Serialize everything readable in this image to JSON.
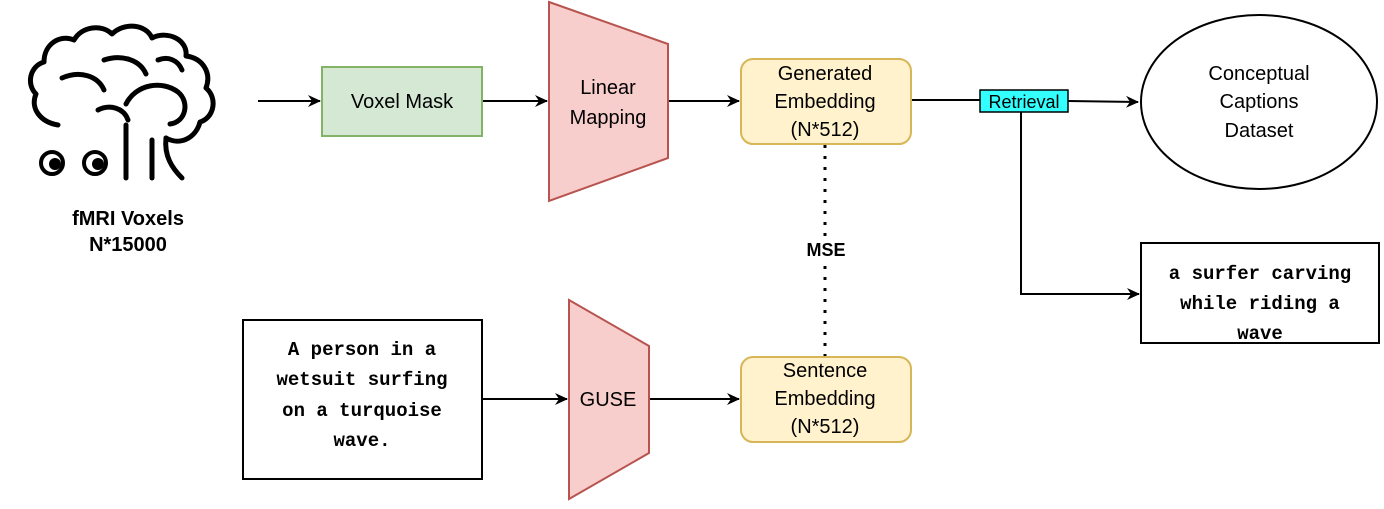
{
  "fmri": {
    "title": "fMRI Voxels",
    "subtitle": "N*15000",
    "icon": "brain-with-eyes-icon"
  },
  "nodes": {
    "voxel_mask": "Voxel Mask",
    "linear_mapping": [
      "Linear",
      "Mapping"
    ],
    "generated_embedding": [
      "Generated",
      "Embedding",
      "(N*512)"
    ],
    "retrieval": "Retrieval",
    "dataset": [
      "Conceptual",
      "Captions",
      "Dataset"
    ],
    "mse": "MSE",
    "input_caption": [
      "A person in a",
      "wetsuit surfing",
      "on a turquoise",
      "wave."
    ],
    "guse": "GUSE",
    "sentence_embedding": [
      "Sentence",
      "Embedding",
      "(N*512)"
    ],
    "output_caption": [
      "a surfer carving",
      "while riding a",
      "wave"
    ]
  },
  "colors": {
    "voxel_mask_fill": "#d5e8d4",
    "voxel_mask_stroke": "#82b366",
    "trapezoid_fill": "#f8cecc",
    "trapezoid_stroke": "#b85450",
    "embedding_fill": "#fff2cc",
    "embedding_stroke": "#d6b656",
    "retrieval_fill": "#33ffff"
  }
}
